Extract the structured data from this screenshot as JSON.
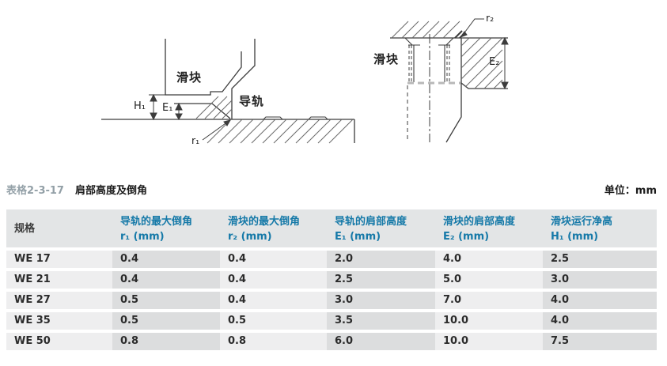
{
  "diagrams": {
    "left": {
      "slider_label": "滑块",
      "rail_label": "导轨",
      "h1_label": "H₁",
      "e1_label": "E₁",
      "r1_label": "r₁"
    },
    "right": {
      "slider_label": "滑块",
      "e2_label": "E₂",
      "r2_label": "r₂"
    }
  },
  "table": {
    "number": "表格2-3-17",
    "title": "肩部高度及倒角",
    "unit": "单位：mm",
    "columns": [
      {
        "line1": "规格",
        "line2": ""
      },
      {
        "line1": "导轨的最大倒角",
        "line2": "r₁ (mm)"
      },
      {
        "line1": "滑块的最大倒角",
        "line2": "r₂ (mm)"
      },
      {
        "line1": "导轨的肩部高度",
        "line2": "E₁ (mm)"
      },
      {
        "line1": "滑块的肩部高度",
        "line2": "E₂ (mm)"
      },
      {
        "line1": "滑块运行净高",
        "line2": "H₁ (mm)"
      }
    ],
    "rows": [
      {
        "spec": "WE 17",
        "r1": "0.4",
        "r2": "0.4",
        "e1": "2.0",
        "e2": "4.0",
        "h1": "2.5"
      },
      {
        "spec": "WE 21",
        "r1": "0.4",
        "r2": "0.4",
        "e1": "2.5",
        "e2": "5.0",
        "h1": "3.0"
      },
      {
        "spec": "WE 27",
        "r1": "0.5",
        "r2": "0.4",
        "e1": "3.0",
        "e2": "7.0",
        "h1": "4.0"
      },
      {
        "spec": "WE 35",
        "r1": "0.5",
        "r2": "0.5",
        "e1": "3.5",
        "e2": "10.0",
        "h1": "4.0"
      },
      {
        "spec": "WE 50",
        "r1": "0.8",
        "r2": "0.8",
        "e1": "6.0",
        "e2": "10.0",
        "h1": "7.5"
      }
    ]
  },
  "colors": {
    "header_text_blue": "#1579a8",
    "table_number_gray": "#93a0a7",
    "header_bg": "#e3e5e6",
    "cell_light": "#eeeeef",
    "cell_dark": "#dcddde"
  }
}
